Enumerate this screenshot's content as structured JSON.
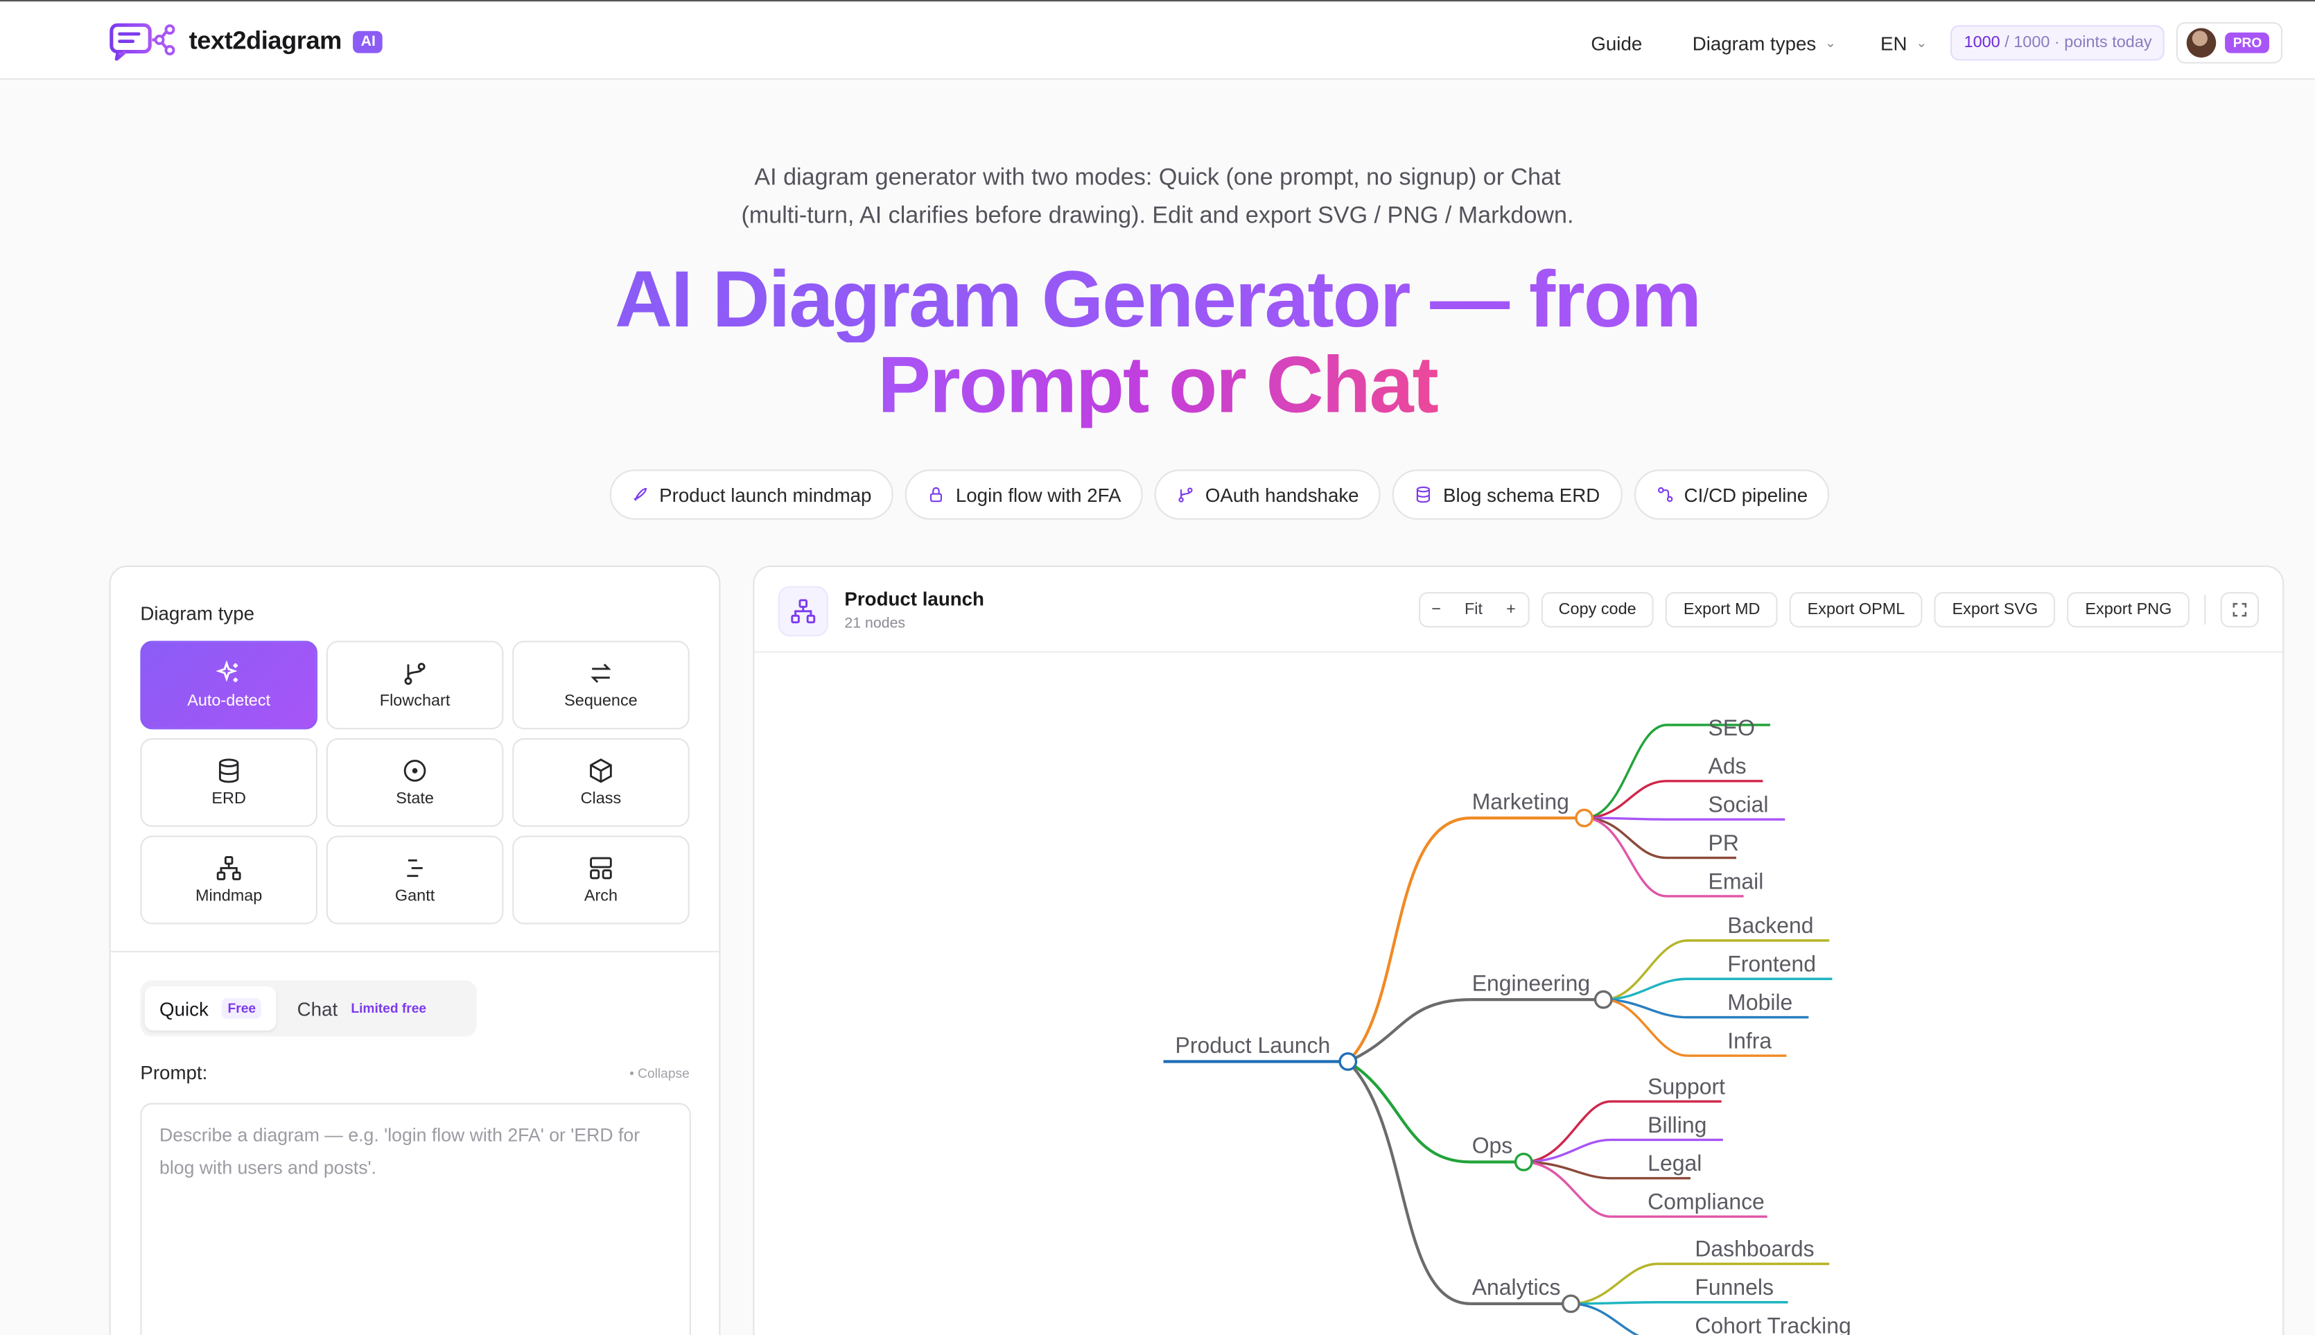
{
  "brand": {
    "name": "text2diagram",
    "badge": "AI"
  },
  "nav": {
    "guide": "Guide",
    "diagram_types": "Diagram types",
    "language": "EN",
    "points_used": "1000",
    "points_total": "/ 1000 · points today",
    "pro": "PRO"
  },
  "hero": {
    "subtitle_line1": "AI diagram generator with two modes: Quick (one prompt, no signup) or Chat",
    "subtitle_line2": "(multi-turn, AI clarifies before drawing). Edit and export SVG / PNG / Markdown.",
    "title_line1": "AI Diagram Generator — from",
    "title_line2": "Prompt or Chat"
  },
  "chips": [
    {
      "label": "Product launch mindmap",
      "icon": "rocket-icon"
    },
    {
      "label": "Login flow with 2FA",
      "icon": "lock-icon"
    },
    {
      "label": "OAuth handshake",
      "icon": "git-branch-icon"
    },
    {
      "label": "Blog schema ERD",
      "icon": "database-icon"
    },
    {
      "label": "CI/CD pipeline",
      "icon": "workflow-icon"
    }
  ],
  "left_panel": {
    "title": "Diagram type",
    "types": [
      {
        "label": "Auto-detect",
        "icon": "sparkles-icon",
        "active": true
      },
      {
        "label": "Flowchart",
        "icon": "git-branch-icon"
      },
      {
        "label": "Sequence",
        "icon": "arrows-swap-icon"
      },
      {
        "label": "ERD",
        "icon": "database-icon"
      },
      {
        "label": "State",
        "icon": "circle-dot-icon"
      },
      {
        "label": "Class",
        "icon": "box-icon"
      },
      {
        "label": "Mindmap",
        "icon": "network-icon"
      },
      {
        "label": "Gantt",
        "icon": "gantt-icon"
      },
      {
        "label": "Arch",
        "icon": "layout-icon"
      }
    ],
    "mode_quick": "Quick",
    "mode_quick_tag": "Free",
    "mode_chat": "Chat",
    "mode_chat_tag": "Limited free",
    "prompt_label": "Prompt:",
    "collapse": "• Collapse",
    "prompt_placeholder": "Describe a diagram — e.g. 'login flow with 2FA' or 'ERD for blog with users and posts'."
  },
  "right_panel": {
    "title": "Product launch",
    "subtitle": "21 nodes",
    "zoom_minus": "−",
    "zoom_fit": "Fit",
    "zoom_plus": "+",
    "buttons": [
      "Copy code",
      "Export MD",
      "Export OPML",
      "Export SVG",
      "Export PNG"
    ]
  },
  "mindmap": {
    "root": "Product Launch",
    "colors": {
      "root": "#1f6fb5",
      "marketing": "#f08a24",
      "engineering": "#6b6b6b",
      "ops": "#22a33a",
      "analytics": "#6b6b6b"
    },
    "branches": [
      {
        "label": "Marketing",
        "children": [
          "SEO",
          "Ads",
          "Social",
          "PR",
          "Email"
        ]
      },
      {
        "label": "Engineering",
        "children": [
          "Backend",
          "Frontend",
          "Mobile",
          "Infra"
        ]
      },
      {
        "label": "Ops",
        "children": [
          "Support",
          "Billing",
          "Legal",
          "Compliance"
        ]
      },
      {
        "label": "Analytics",
        "children": [
          "Dashboards",
          "Funnels",
          "Cohort Tracking"
        ]
      }
    ]
  }
}
